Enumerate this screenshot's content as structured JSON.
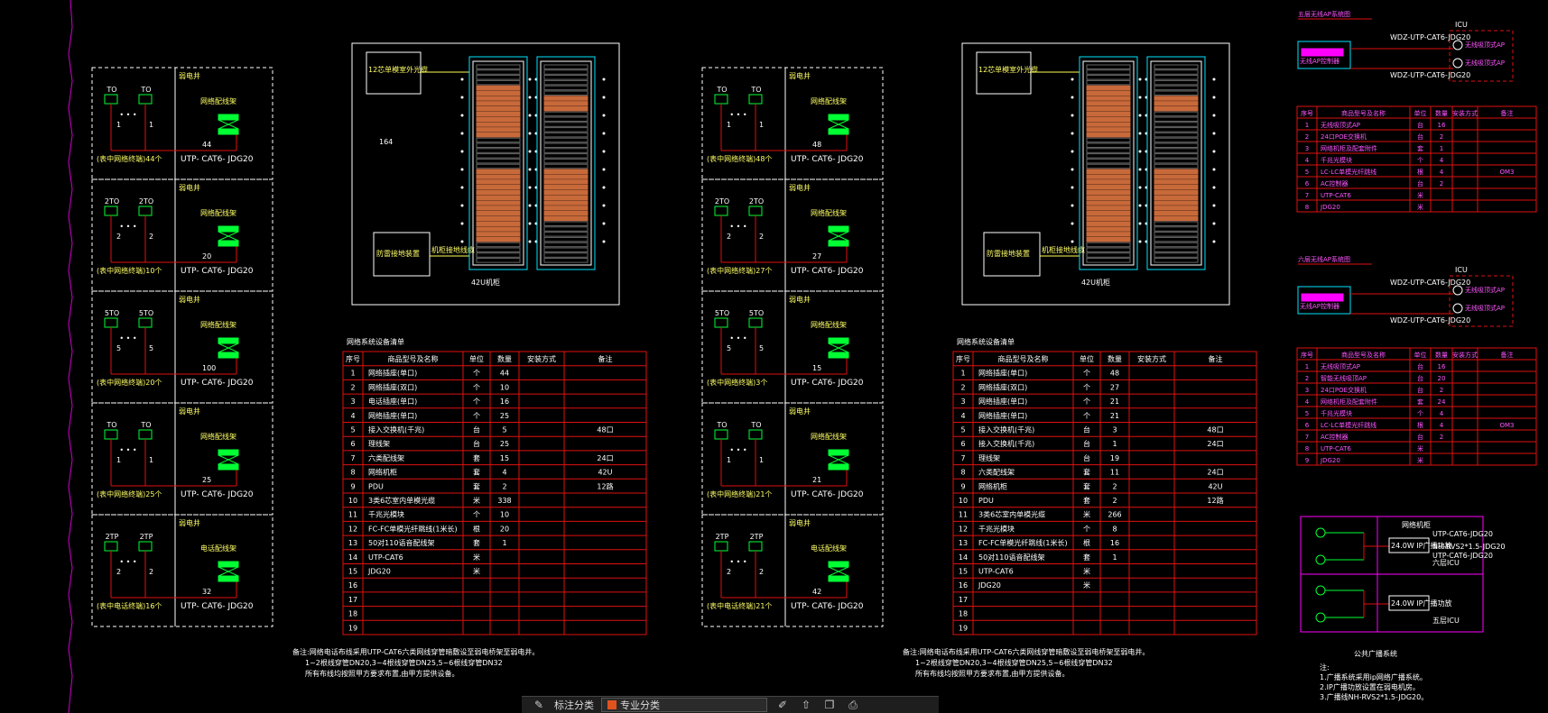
{
  "colors": {
    "bg": "#000000",
    "red": "#e01010",
    "white": "#ffffff",
    "yellow": "#ffff55",
    "green": "#00ff33",
    "cyan": "#00e5ff",
    "magenta": "#ff00ff",
    "orange": "#c8693a"
  },
  "left": {
    "floors": [
      {
        "jack": "TO",
        "n": "1",
        "count": "44",
        "qty_label": "(表中网络终端)44个",
        "device_label": "网络配线架",
        "cable": "UTP- CAT6- JDG20",
        "ws": "弱电井"
      },
      {
        "jack": "2TO",
        "n": "2",
        "count": "20",
        "qty_label": "(表中网络终端)10个",
        "device_label": "网络配线架",
        "cable": "UTP- CAT6- JDG20",
        "ws": "弱电井"
      },
      {
        "jack": "5TO",
        "n": "5",
        "count": "100",
        "qty_label": "(表中网络终端)20个",
        "device_label": "网络配线架",
        "cable": "UTP- CAT6- JDG20",
        "ws": "弱电井"
      },
      {
        "jack": "TO",
        "n": "1",
        "count": "25",
        "qty_label": "(表中网络终端)25个",
        "device_label": "网络配线架",
        "cable": "UTP- CAT6- JDG20",
        "ws": "弱电井"
      },
      {
        "jack": "2TP",
        "n": "2",
        "count": "32",
        "qty_label": "(表中电话终端)16个",
        "device_label": "电话配线架",
        "cable": "UTP- CAT6- JDG20",
        "ws": "弱电井"
      }
    ],
    "rack_title": "42U机柜",
    "label_164": "164",
    "box_top": "12芯单模室外光缆",
    "box_bottom": "防雷接地装置",
    "box_bottom_side": "机柜接地线缆",
    "table_title": "网络系统设备清单",
    "headers": [
      "序号",
      "商品型号及名称",
      "单位",
      "数量",
      "安装方式",
      "备注"
    ],
    "rows": [
      [
        "1",
        "网络插座(单口)",
        "个",
        "44",
        "",
        ""
      ],
      [
        "2",
        "网络插座(双口)",
        "个",
        "10",
        "",
        ""
      ],
      [
        "3",
        "电话插座(单口)",
        "个",
        "16",
        "",
        ""
      ],
      [
        "4",
        "网络插座(单口)",
        "个",
        "25",
        "",
        ""
      ],
      [
        "5",
        "接入交换机(千兆)",
        "台",
        "5",
        "",
        "48口"
      ],
      [
        "6",
        "理线架",
        "台",
        "25",
        "",
        ""
      ],
      [
        "7",
        "六类配线架",
        "套",
        "15",
        "",
        "24口"
      ],
      [
        "8",
        "网络机柜",
        "套",
        "4",
        "",
        "42U"
      ],
      [
        "9",
        "PDU",
        "套",
        "2",
        "",
        "12路"
      ],
      [
        "10",
        "3类6芯室内单模光缆",
        "米",
        "338",
        "",
        ""
      ],
      [
        "11",
        "千兆光模块",
        "个",
        "10",
        "",
        ""
      ],
      [
        "12",
        "FC-FC单模光纤跳线(1米长)",
        "根",
        "20",
        "",
        ""
      ],
      [
        "13",
        "50对110语音配线架",
        "套",
        "1",
        "",
        ""
      ],
      [
        "14",
        "UTP-CAT6",
        "米",
        "",
        "",
        ""
      ],
      [
        "15",
        "JDG20",
        "米",
        "",
        "",
        ""
      ],
      [
        "16",
        "",
        "",
        "",
        "",
        ""
      ],
      [
        "17",
        "",
        "",
        "",
        "",
        ""
      ],
      [
        "18",
        "",
        "",
        "",
        "",
        ""
      ],
      [
        "19",
        "",
        "",
        "",
        "",
        ""
      ]
    ],
    "note_lines": [
      "备注:网络电话布线采用UTP-CAT6六类网线穿管暗敷设至弱电桥架至弱电井。",
      "1~2根线穿管DN20,3~4根线穿管DN25,5~6根线穿管DN32",
      "所有布线均按照甲方要求布置,由甲方提供设备。"
    ]
  },
  "mid": {
    "floors": [
      {
        "jack": "TO",
        "n": "1",
        "count": "48",
        "qty_label": "(表中网络终端)48个",
        "device_label": "网络配线架",
        "cable": "UTP- CAT6- JDG20",
        "ws": "弱电井"
      },
      {
        "jack": "2TO",
        "n": "2",
        "count": "27",
        "qty_label": "(表中网络终端)27个",
        "device_label": "网络配线架",
        "cable": "UTP- CAT6- JDG20",
        "ws": "弱电井"
      },
      {
        "jack": "5TO",
        "n": "5",
        "count": "15",
        "qty_label": "(表中网络终端)3个",
        "device_label": "网络配线架",
        "cable": "UTP- CAT6- JDG20",
        "ws": "弱电井"
      },
      {
        "jack": "TO",
        "n": "1",
        "count": "21",
        "qty_label": "(表中网络终端)21个",
        "device_label": "网络配线架",
        "cable": "UTP- CAT6- JDG20",
        "ws": "弱电井"
      },
      {
        "jack": "2TP",
        "n": "2",
        "count": "42",
        "qty_label": "(表中电话终端)21个",
        "device_label": "电话配线架",
        "cable": "UTP- CAT6- JDG20",
        "ws": "弱电井"
      }
    ],
    "rack_title": "42U机柜",
    "box_top": "12芯单模室外光缆",
    "box_bottom": "防雷接地装置",
    "box_bottom_side": "机柜接地线缆",
    "table_title": "网络系统设备清单",
    "headers": [
      "序号",
      "商品型号及名称",
      "单位",
      "数量",
      "安装方式",
      "备注"
    ],
    "rows": [
      [
        "1",
        "网络插座(单口)",
        "个",
        "48",
        "",
        ""
      ],
      [
        "2",
        "网络插座(双口)",
        "个",
        "27",
        "",
        ""
      ],
      [
        "3",
        "网络插座(单口)",
        "个",
        "21",
        "",
        ""
      ],
      [
        "4",
        "网络插座(单口)",
        "个",
        "21",
        "",
        ""
      ],
      [
        "5",
        "接入交换机(千兆)",
        "台",
        "3",
        "",
        "48口"
      ],
      [
        "6",
        "接入交换机(千兆)",
        "台",
        "1",
        "",
        "24口"
      ],
      [
        "7",
        "理线架",
        "台",
        "19",
        "",
        ""
      ],
      [
        "8",
        "六类配线架",
        "套",
        "11",
        "",
        "24口"
      ],
      [
        "9",
        "网络机柜",
        "套",
        "2",
        "",
        "42U"
      ],
      [
        "10",
        "PDU",
        "套",
        "2",
        "",
        "12路"
      ],
      [
        "11",
        "3类6芯室内单模光缆",
        "米",
        "266",
        "",
        ""
      ],
      [
        "12",
        "千兆光模块",
        "个",
        "8",
        "",
        ""
      ],
      [
        "13",
        "FC-FC单模光纤跳线(1米长)",
        "根",
        "16",
        "",
        ""
      ],
      [
        "14",
        "50对110语音配线架",
        "套",
        "1",
        "",
        ""
      ],
      [
        "15",
        "UTP-CAT6",
        "米",
        "",
        "",
        ""
      ],
      [
        "16",
        "JDG20",
        "米",
        "",
        "",
        ""
      ],
      [
        "17",
        "",
        "",
        "",
        "",
        ""
      ],
      [
        "18",
        "",
        "",
        "",
        "",
        ""
      ],
      [
        "19",
        "",
        "",
        "",
        "",
        ""
      ]
    ],
    "note_lines": [
      "备注:网络电话布线采用UTP-CAT6六类网线穿管暗敷设至弱电桥架至弱电井。",
      "1~2根线穿管DN20,3~4根线穿管DN25,5~6根线穿管DN32",
      "所有布线均按照甲方要求布置,由甲方提供设备。"
    ]
  },
  "right": {
    "ap5": {
      "title": "五层无线AP系统图",
      "device": "无线AP控制器",
      "line1": "WDZ-UTP-CAT6-JDG20",
      "line2": "WDZ-UTP-CAT6-JDG20",
      "ap1": "无线吸顶式AP",
      "ap2": "无线吸顶式AP",
      "zone": "ICU"
    },
    "ap6": {
      "title": "六层无线AP系统图",
      "device": "无线AP控制器",
      "line1": "WDZ-UTP-CAT6-JDG20",
      "line2": "WDZ-UTP-CAT6-JDG20",
      "ap1": "无线吸顶式AP",
      "ap2": "无线吸顶式AP",
      "zone": "ICU"
    },
    "table_headers": [
      "序号",
      "商品型号及名称",
      "单位",
      "数量",
      "安装方式",
      "备注"
    ],
    "table5": [
      [
        "1",
        "无线吸顶式AP",
        "台",
        "16",
        "",
        ""
      ],
      [
        "2",
        "24口POE交换机",
        "台",
        "2",
        "",
        ""
      ],
      [
        "3",
        "网络机柜及配套附件",
        "套",
        "1",
        "",
        ""
      ],
      [
        "4",
        "千兆光模块",
        "个",
        "4",
        "",
        ""
      ],
      [
        "5",
        "LC-LC单模光纤跳线",
        "根",
        "4",
        "",
        "OM3"
      ],
      [
        "6",
        "AC控制器",
        "台",
        "2",
        "",
        ""
      ],
      [
        "7",
        "UTP-CAT6",
        "米",
        "",
        "",
        ""
      ],
      [
        "8",
        "JDG20",
        "米",
        "",
        "",
        ""
      ]
    ],
    "table6": [
      [
        "1",
        "无线吸顶式AP",
        "台",
        "16",
        "",
        ""
      ],
      [
        "2",
        "智能无线吸顶AP",
        "台",
        "20",
        "",
        ""
      ],
      [
        "3",
        "24口POE交换机",
        "台",
        "2",
        "",
        ""
      ],
      [
        "4",
        "网络机柜及配套附件",
        "套",
        "24",
        "",
        ""
      ],
      [
        "5",
        "千兆光模块",
        "个",
        "4",
        "",
        ""
      ],
      [
        "6",
        "LC-LC单模光纤跳线",
        "根",
        "4",
        "",
        "OM3"
      ],
      [
        "7",
        "AC控制器",
        "台",
        "2",
        "",
        ""
      ],
      [
        "8",
        "UTP-CAT6",
        "米",
        "",
        "",
        ""
      ],
      [
        "9",
        "JDG20",
        "米",
        "",
        "",
        ""
      ]
    ],
    "bcast": {
      "amp": "24.0W IP广播功放",
      "cable1": "UTP-CAT6-JDG20",
      "cable2": "NH-RVS2*1.5-JDG20",
      "cable3": "UTP-CAT6-JDG20",
      "zone6": "六层ICU",
      "zone5": "五层ICU",
      "top_label": "网络机柜"
    },
    "bcast_title": "公共广播系统",
    "bcast_notes": [
      "注:",
      "1.广播系统采用ip网络广播系统。",
      "2.IP广播功放设置在弱电机房。",
      "3.广播线NH-RVS2*1.5-JDG20。"
    ]
  },
  "toolbar": {
    "label": "标注分类",
    "layer": "专业分类"
  }
}
